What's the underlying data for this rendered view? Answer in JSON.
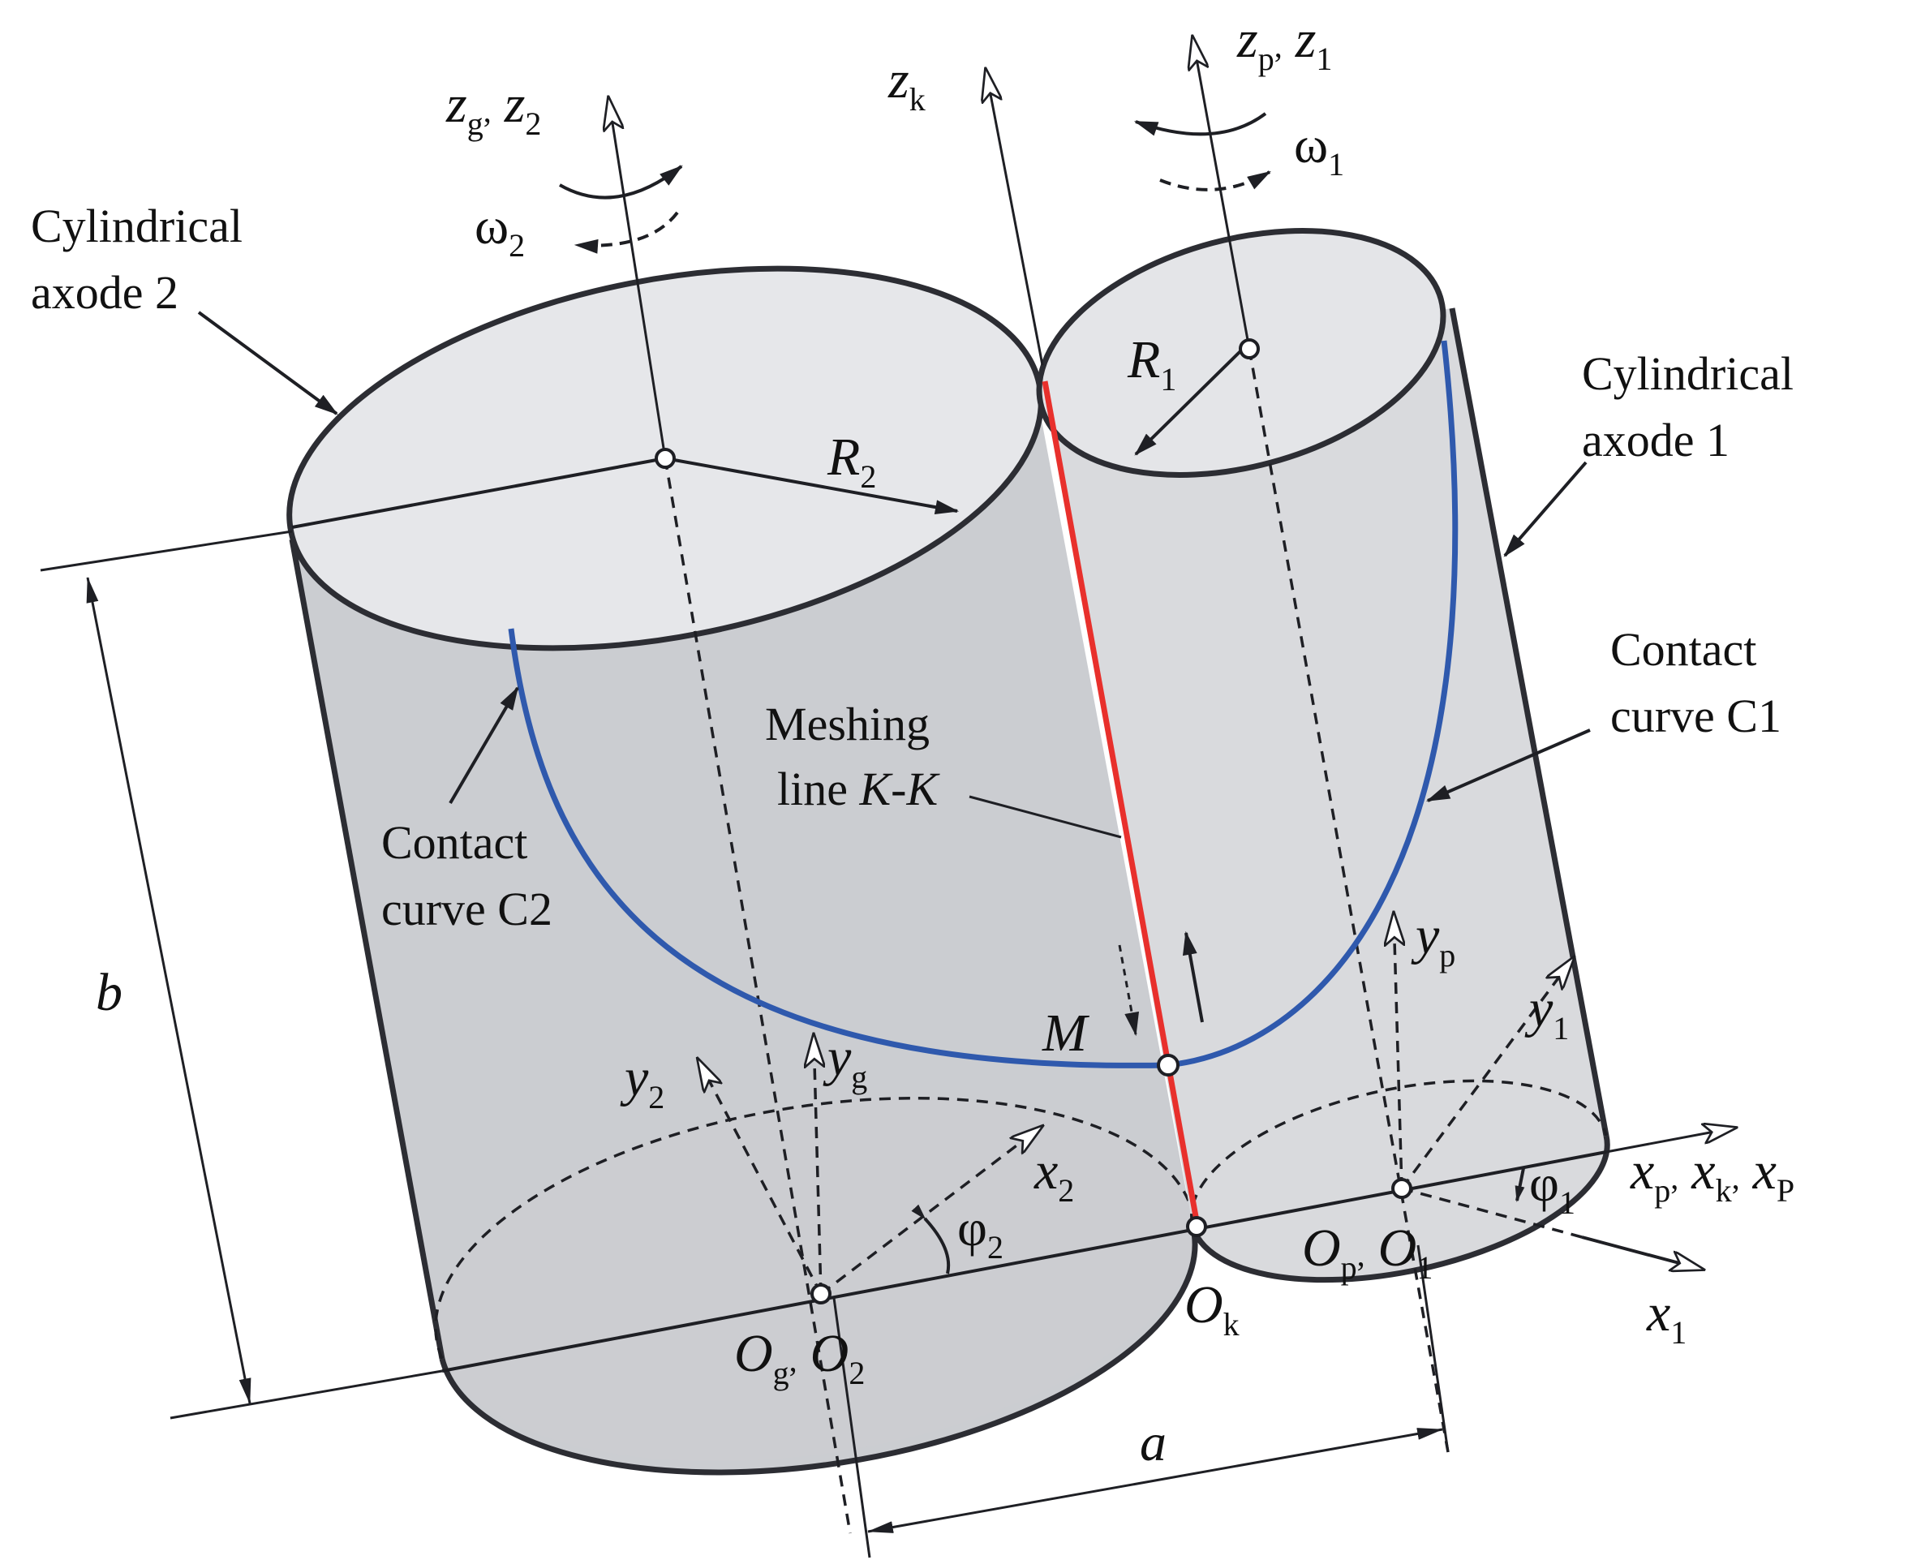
{
  "labels": {
    "axode2": [
      "Cylindrical",
      "axode 2"
    ],
    "axode1": [
      "Cylindrical",
      "axode 1"
    ],
    "contact_c1": [
      "Contact",
      "curve C1"
    ],
    "contact_c2": [
      "Contact",
      "curve C2"
    ],
    "meshing_line_word": "Meshing",
    "line_word": "line",
    "kk": "K-K",
    "point_m": "M",
    "dim_a": "a",
    "dim_b": "b",
    "zg": "z",
    "zg_sub": "g",
    "z2": "z",
    "z2_sub": "2",
    "zk": "z",
    "zk_sub": "k",
    "zp": "z",
    "zp_sub": "p",
    "z1": "z",
    "z1_sub": "1",
    "omega2": "ω",
    "omega2_sub": "2",
    "omega1": "ω",
    "omega1_sub": "1",
    "r2": "R",
    "r2_sub": "2",
    "r1": "R",
    "r1_sub": "1",
    "y2": "y",
    "y2_sub": "2",
    "yg": "y",
    "yg_sub": "g",
    "x2": "x",
    "x2_sub": "2",
    "phi2": "φ",
    "phi2_sub": "2",
    "og": "O",
    "og_sub": "g",
    "o2": "O",
    "o2_sub": "2",
    "ok": "O",
    "ok_sub": "k",
    "op": "O",
    "op_sub": "p",
    "o1": "O",
    "o1_sub": "1",
    "yp": "y",
    "yp_sub": "p",
    "y1": "y",
    "y1_sub": "1",
    "phi1": "φ",
    "phi1_sub": "1",
    "xp": "x",
    "xp_sub": "p",
    "xk": "x",
    "xk_sub": "k",
    "xP": "x",
    "xP_sub": "P",
    "x1": "x",
    "x1_sub": "1",
    "comma": ","
  },
  "colors": {
    "top_face": "#e6e7ea",
    "cylinder_body": "#cbcdd1",
    "cylinder_body_light": "#d9dadd",
    "bottom_face": "#d2d3d6",
    "edge": "#2c2d33",
    "contact_curve": "#2f59ad",
    "meshing_line": "#e8302c"
  }
}
